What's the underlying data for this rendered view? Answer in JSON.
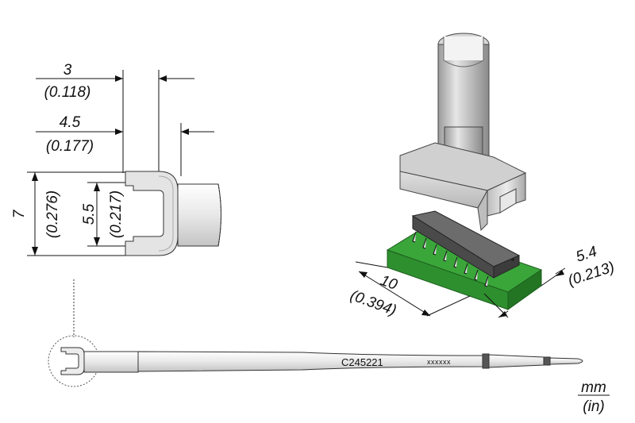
{
  "dimensions": {
    "width_a": {
      "mm": "3",
      "in": "(0.118)"
    },
    "width_b": {
      "mm": "4.5",
      "in": "(0.177)"
    },
    "height_outer": {
      "mm": "7",
      "in": "(0.276)"
    },
    "height_inner": {
      "mm": "5.5",
      "in": "(0.217)"
    },
    "chip_length": {
      "mm": "10",
      "in": "(0.394)"
    },
    "chip_width": {
      "mm": "5.4",
      "in": "(0.213)"
    }
  },
  "cartridge": {
    "part_number": "C245221",
    "serial": "xxxxxx"
  },
  "units": {
    "metric": "mm",
    "imperial": "(in)"
  },
  "colors": {
    "pcb": "#2e9a2e",
    "chip": "#5a5a5a",
    "metal": "#d4d4d4",
    "band": "#555555"
  }
}
